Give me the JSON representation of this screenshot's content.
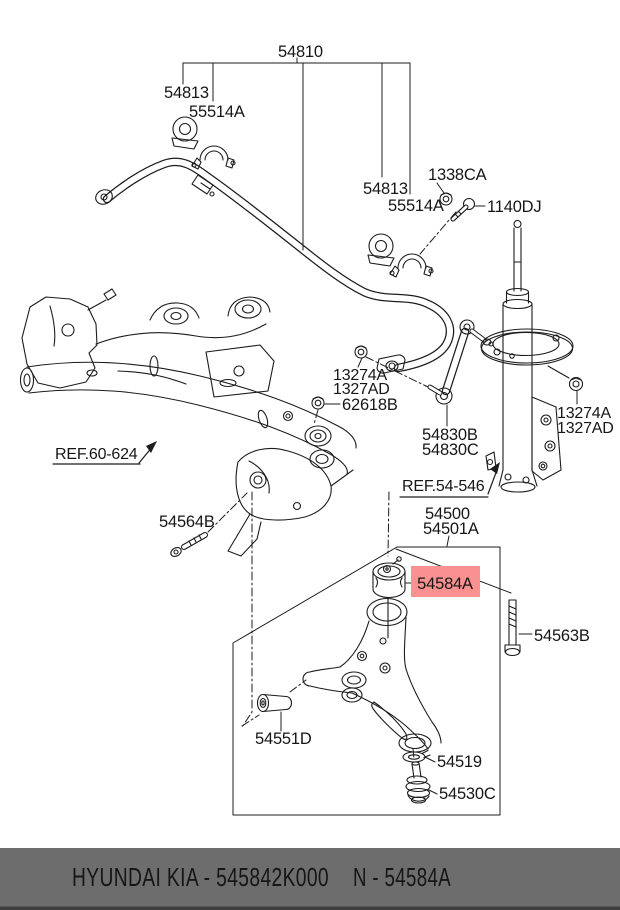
{
  "diagram": {
    "labels": {
      "stabilizer_bar": "54810",
      "bushing_left": "54813",
      "bracket_left": "55514A",
      "bushing_right": "54813",
      "bracket_right": "55514A",
      "nut_1338": "1338CA",
      "bolt_1140": "1140DJ",
      "nut_left_line1": "13274A",
      "nut_left_line2": "1327AD",
      "nut_62618": "62618B",
      "link_line1": "54830B",
      "link_line2": "54830C",
      "ref_crossmember": "REF.60-624",
      "ref_strut": "REF.54-546",
      "nut_right_line1": "13274A",
      "nut_right_line2": "1327AD",
      "bolt_54564": "54564B",
      "arm_line1": "54500",
      "arm_line2": "54501A",
      "bushing_highlighted": "54584A",
      "bolt_54563": "54563B",
      "bushing_rear": "54551D",
      "washer": "54519",
      "ball_joint": "54530C"
    },
    "highlight": {
      "bg": "#f8918f"
    }
  },
  "banner": {
    "left_text": "HYUNDAI  KIA - 545842K000",
    "right_text": "N - 54584A",
    "bg": "#6d6d6d",
    "fg": "#f4f4f4"
  }
}
